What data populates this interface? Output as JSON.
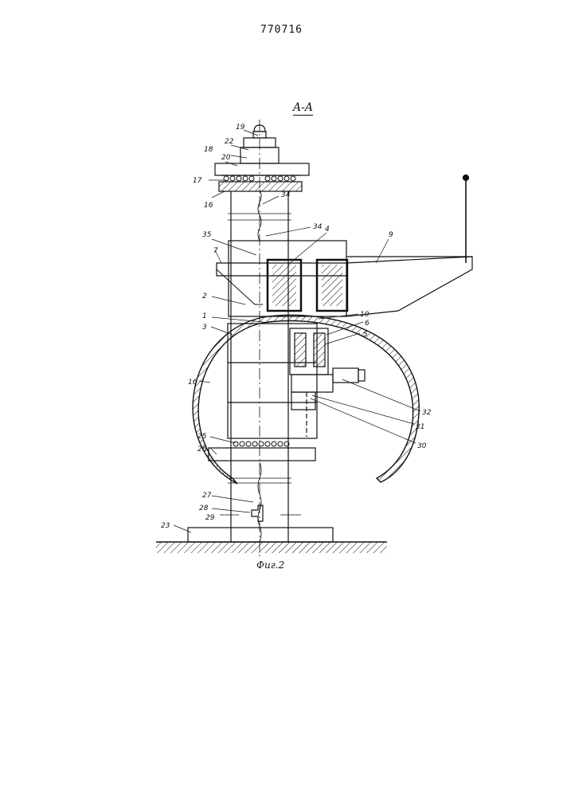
{
  "document": {
    "patent_number": "770716",
    "section_label": "A-A",
    "figure_caption": "Фиг.2"
  },
  "labels": [
    {
      "id": "19",
      "text": "19"
    },
    {
      "id": "22",
      "text": "22"
    },
    {
      "id": "18",
      "text": "18"
    },
    {
      "id": "20",
      "text": "20"
    },
    {
      "id": "17",
      "text": "17"
    },
    {
      "id": "16a",
      "text": "16"
    },
    {
      "id": "34a",
      "text": "34"
    },
    {
      "id": "34b",
      "text": "34"
    },
    {
      "id": "35",
      "text": "35"
    },
    {
      "id": "4",
      "text": "4"
    },
    {
      "id": "9",
      "text": "9"
    },
    {
      "id": "7",
      "text": "7"
    },
    {
      "id": "2",
      "text": "2"
    },
    {
      "id": "1",
      "text": "1"
    },
    {
      "id": "10",
      "text": "10"
    },
    {
      "id": "6",
      "text": "6"
    },
    {
      "id": "3",
      "text": "3"
    },
    {
      "id": "5",
      "text": "5"
    },
    {
      "id": "16b",
      "text": "16"
    },
    {
      "id": "32",
      "text": "32"
    },
    {
      "id": "31",
      "text": "31"
    },
    {
      "id": "30",
      "text": "30"
    },
    {
      "id": "25",
      "text": "25"
    },
    {
      "id": "26",
      "text": "26"
    },
    {
      "id": "27",
      "text": "27"
    },
    {
      "id": "28",
      "text": "28"
    },
    {
      "id": "29",
      "text": "29"
    },
    {
      "id": "23",
      "text": "23"
    }
  ]
}
